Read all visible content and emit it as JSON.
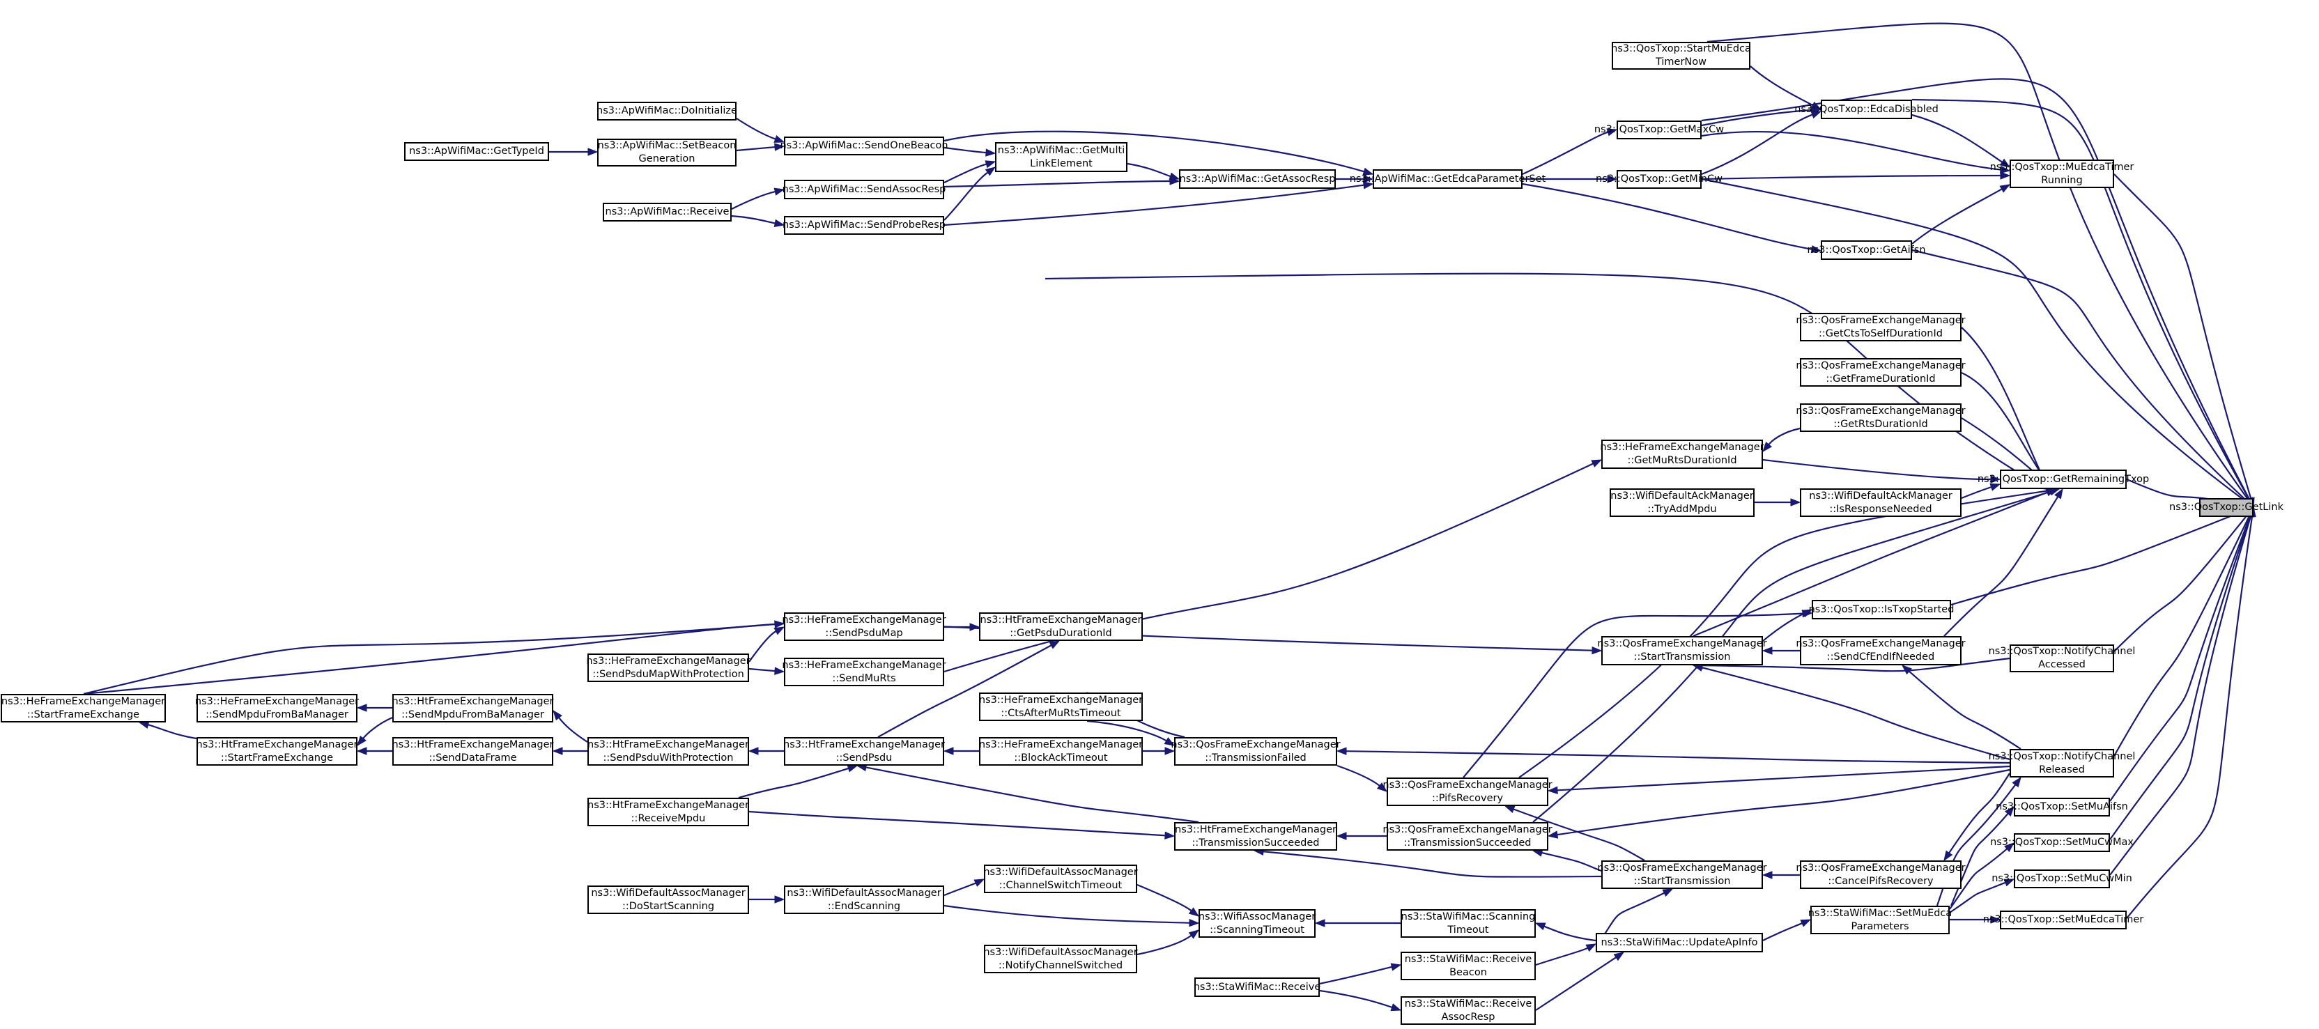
{
  "colors": {
    "edge": "#191970",
    "node_border": "#000000",
    "node_fill": "#ffffff",
    "focus_fill": "#bfbfbf"
  },
  "nodes": [
    {
      "id": "getLink",
      "lines": [
        "ns3::QosTxop::GetLink"
      ],
      "focus": true
    },
    {
      "id": "startMuEdcaTimerNow",
      "lines": [
        "ns3::QosTxop::StartMuEdca",
        "TimerNow"
      ]
    },
    {
      "id": "edcaDisabled",
      "lines": [
        "ns3::QosTxop::EdcaDisabled"
      ]
    },
    {
      "id": "getMaxCw",
      "lines": [
        "ns3::QosTxop::GetMaxCw"
      ]
    },
    {
      "id": "muEdcaTimerRunning",
      "lines": [
        "ns3::QosTxop::MuEdcaTimer",
        "Running"
      ]
    },
    {
      "id": "getMinCw",
      "lines": [
        "ns3::QosTxop::GetMinCw"
      ]
    },
    {
      "id": "getAifsn",
      "lines": [
        "ns3::QosTxop::GetAifsn"
      ]
    },
    {
      "id": "apDoInitialize",
      "lines": [
        "ns3::ApWifiMac::DoInitialize"
      ]
    },
    {
      "id": "apGetTypeId",
      "lines": [
        "ns3::ApWifiMac::GetTypeId"
      ]
    },
    {
      "id": "apSetBeaconGeneration",
      "lines": [
        "ns3::ApWifiMac::SetBeacon",
        "Generation"
      ]
    },
    {
      "id": "apSendOneBeacon",
      "lines": [
        "ns3::ApWifiMac::SendOneBeacon"
      ]
    },
    {
      "id": "apGetMultiLinkElement",
      "lines": [
        "ns3::ApWifiMac::GetMulti",
        "LinkElement"
      ]
    },
    {
      "id": "apGetAssocResp",
      "lines": [
        "ns3::ApWifiMac::GetAssocResp"
      ]
    },
    {
      "id": "apGetEdcaParameterSet",
      "lines": [
        "ns3::ApWifiMac::GetEdcaParameterSet"
      ]
    },
    {
      "id": "apSendAssocResp",
      "lines": [
        "ns3::ApWifiMac::SendAssocResp"
      ]
    },
    {
      "id": "apReceive",
      "lines": [
        "ns3::ApWifiMac::Receive"
      ]
    },
    {
      "id": "apSendProbeResp",
      "lines": [
        "ns3::ApWifiMac::SendProbeResp"
      ]
    },
    {
      "id": "qfemGetCtsToSelf",
      "lines": [
        "ns3::QosFrameExchangeManager",
        "::GetCtsToSelfDurationId"
      ]
    },
    {
      "id": "qfemGetFrameDuration",
      "lines": [
        "ns3::QosFrameExchangeManager",
        "::GetFrameDurationId"
      ]
    },
    {
      "id": "qfemGetRtsDuration",
      "lines": [
        "ns3::QosFrameExchangeManager",
        "::GetRtsDurationId"
      ]
    },
    {
      "id": "hefemGetMuRtsDuration",
      "lines": [
        "ns3::HeFrameExchangeManager",
        "::GetMuRtsDurationId"
      ]
    },
    {
      "id": "getRemainingTxop",
      "lines": [
        "ns3::QosTxop::GetRemainingTxop"
      ]
    },
    {
      "id": "wdamTryAddMpdu",
      "lines": [
        "ns3::WifiDefaultAckManager",
        "::TryAddMpdu"
      ]
    },
    {
      "id": "wdamIsResponseNeeded",
      "lines": [
        "ns3::WifiDefaultAckManager",
        "::IsResponseNeeded"
      ]
    },
    {
      "id": "isTxopStarted",
      "lines": [
        "ns3::QosTxop::IsTxopStarted"
      ]
    },
    {
      "id": "hefemSendPsduMap",
      "lines": [
        "ns3::HeFrameExchangeManager",
        "::SendPsduMap"
      ]
    },
    {
      "id": "htfemGetPsduDurationId",
      "lines": [
        "ns3::HtFrameExchangeManager",
        "::GetPsduDurationId"
      ]
    },
    {
      "id": "qfemStartTransmission",
      "lines": [
        "ns3::QosFrameExchangeManager",
        "::StartTransmission"
      ]
    },
    {
      "id": "qfemSendCfEndIfNeeded",
      "lines": [
        "ns3::QosFrameExchangeManager",
        "::SendCfEndIfNeeded"
      ]
    },
    {
      "id": "notifyChannelAccessed",
      "lines": [
        "ns3::QosTxop::NotifyChannel",
        "Accessed"
      ]
    },
    {
      "id": "hefemSendPsduMapWithProtection",
      "lines": [
        "ns3::HeFrameExchangeManager",
        "::SendPsduMapWithProtection"
      ]
    },
    {
      "id": "hefemSendMuRts",
      "lines": [
        "ns3::HeFrameExchangeManager",
        "::SendMuRts"
      ]
    },
    {
      "id": "hefemStartFrameExchange",
      "lines": [
        "ns3::HeFrameExchangeManager",
        "::StartFrameExchange"
      ]
    },
    {
      "id": "hefemSendMpduFromBaManager",
      "lines": [
        "ns3::HeFrameExchangeManager",
        "::SendMpduFromBaManager"
      ]
    },
    {
      "id": "htfemSendMpduFromBaManager",
      "lines": [
        "ns3::HtFrameExchangeManager",
        "::SendMpduFromBaManager"
      ]
    },
    {
      "id": "hefemCtsAfterMuRtsTimeout",
      "lines": [
        "ns3::HeFrameExchangeManager",
        "::CtsAfterMuRtsTimeout"
      ]
    },
    {
      "id": "htfemStartFrameExchange",
      "lines": [
        "ns3::HtFrameExchangeManager",
        "::StartFrameExchange"
      ]
    },
    {
      "id": "htfemSendDataFrame",
      "lines": [
        "ns3::HtFrameExchangeManager",
        "::SendDataFrame"
      ]
    },
    {
      "id": "htfemSendPsduWithProtection",
      "lines": [
        "ns3::HtFrameExchangeManager",
        "::SendPsduWithProtection"
      ]
    },
    {
      "id": "htfemSendPsdu",
      "lines": [
        "ns3::HtFrameExchangeManager",
        "::SendPsdu"
      ]
    },
    {
      "id": "hefemBlockAckTimeout",
      "lines": [
        "ns3::HeFrameExchangeManager",
        "::BlockAckTimeout"
      ]
    },
    {
      "id": "qfemTransmissionFailed",
      "lines": [
        "ns3::QosFrameExchangeManager",
        "::TransmissionFailed"
      ]
    },
    {
      "id": "notifyChannelReleased",
      "lines": [
        "ns3::QosTxop::NotifyChannel",
        "Released"
      ]
    },
    {
      "id": "qfemPifsRecovery",
      "lines": [
        "ns3::QosFrameExchangeManager",
        "::PifsRecovery"
      ]
    },
    {
      "id": "htfemReceiveMpdu",
      "lines": [
        "ns3::HtFrameExchangeManager",
        "::ReceiveMpdu"
      ]
    },
    {
      "id": "setMuAifsn",
      "lines": [
        "ns3::QosTxop::SetMuAifsn"
      ]
    },
    {
      "id": "htfemTransmissionSucceeded",
      "lines": [
        "ns3::HtFrameExchangeManager",
        "::TransmissionSucceeded"
      ]
    },
    {
      "id": "qfemTransmissionSucceeded",
      "lines": [
        "ns3::QosFrameExchangeManager",
        "::TransmissionSucceeded"
      ]
    },
    {
      "id": "setMuCwMax",
      "lines": [
        "ns3::QosTxop::SetMuCwMax"
      ]
    },
    {
      "id": "qfemStartTransmission2",
      "lines": [
        "ns3::QosFrameExchangeManager",
        "::StartTransmission"
      ]
    },
    {
      "id": "qfemCancelPifsRecovery",
      "lines": [
        "ns3::QosFrameExchangeManager",
        "::CancelPifsRecovery"
      ]
    },
    {
      "id": "wdamChannelSwitchTimeout",
      "lines": [
        "ns3::WifiDefaultAssocManager",
        "::ChannelSwitchTimeout"
      ]
    },
    {
      "id": "setMuCwMin",
      "lines": [
        "ns3::QosTxop::SetMuCwMin"
      ]
    },
    {
      "id": "wdamDoStartScanning",
      "lines": [
        "ns3::WifiDefaultAssocManager",
        "::DoStartScanning"
      ]
    },
    {
      "id": "wdamEndScanning",
      "lines": [
        "ns3::WifiDefaultAssocManager",
        "::EndScanning"
      ]
    },
    {
      "id": "wamScanningTimeout",
      "lines": [
        "ns3::WifiAssocManager",
        "::ScanningTimeout"
      ]
    },
    {
      "id": "swmScanningTimeout",
      "lines": [
        "ns3::StaWifiMac::Scanning",
        "Timeout"
      ]
    },
    {
      "id": "swmSetMuEdcaParameters",
      "lines": [
        "ns3::StaWifiMac::SetMuEdca",
        "Parameters"
      ]
    },
    {
      "id": "setMuEdcaTimer",
      "lines": [
        "ns3::QosTxop::SetMuEdcaTimer"
      ]
    },
    {
      "id": "swmUpdateApInfo",
      "lines": [
        "ns3::StaWifiMac::UpdateApInfo"
      ]
    },
    {
      "id": "wdamNotifyChannelSwitched",
      "lines": [
        "ns3::WifiDefaultAssocManager",
        "::NotifyChannelSwitched"
      ]
    },
    {
      "id": "swmReceive",
      "lines": [
        "ns3::StaWifiMac::Receive"
      ]
    },
    {
      "id": "swmReceiveBeacon",
      "lines": [
        "ns3::StaWifiMac::Receive",
        "Beacon"
      ]
    },
    {
      "id": "swmReceiveAssocResp",
      "lines": [
        "ns3::StaWifiMac::Receive",
        "AssocResp"
      ]
    }
  ]
}
